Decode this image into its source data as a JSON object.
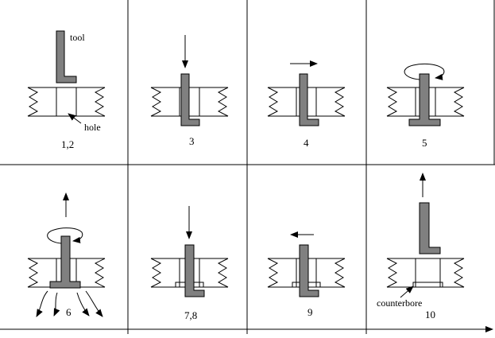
{
  "diagram": {
    "labels": {
      "tool": "tool",
      "hole": "hole",
      "counterbore": "counterbore"
    },
    "steps": [
      "1,2",
      "3",
      "4",
      "5",
      "6",
      "7,8",
      "9",
      "10"
    ],
    "colors": {
      "tool_fill": "#808080",
      "line": "#000000",
      "background": "#ffffff"
    }
  }
}
